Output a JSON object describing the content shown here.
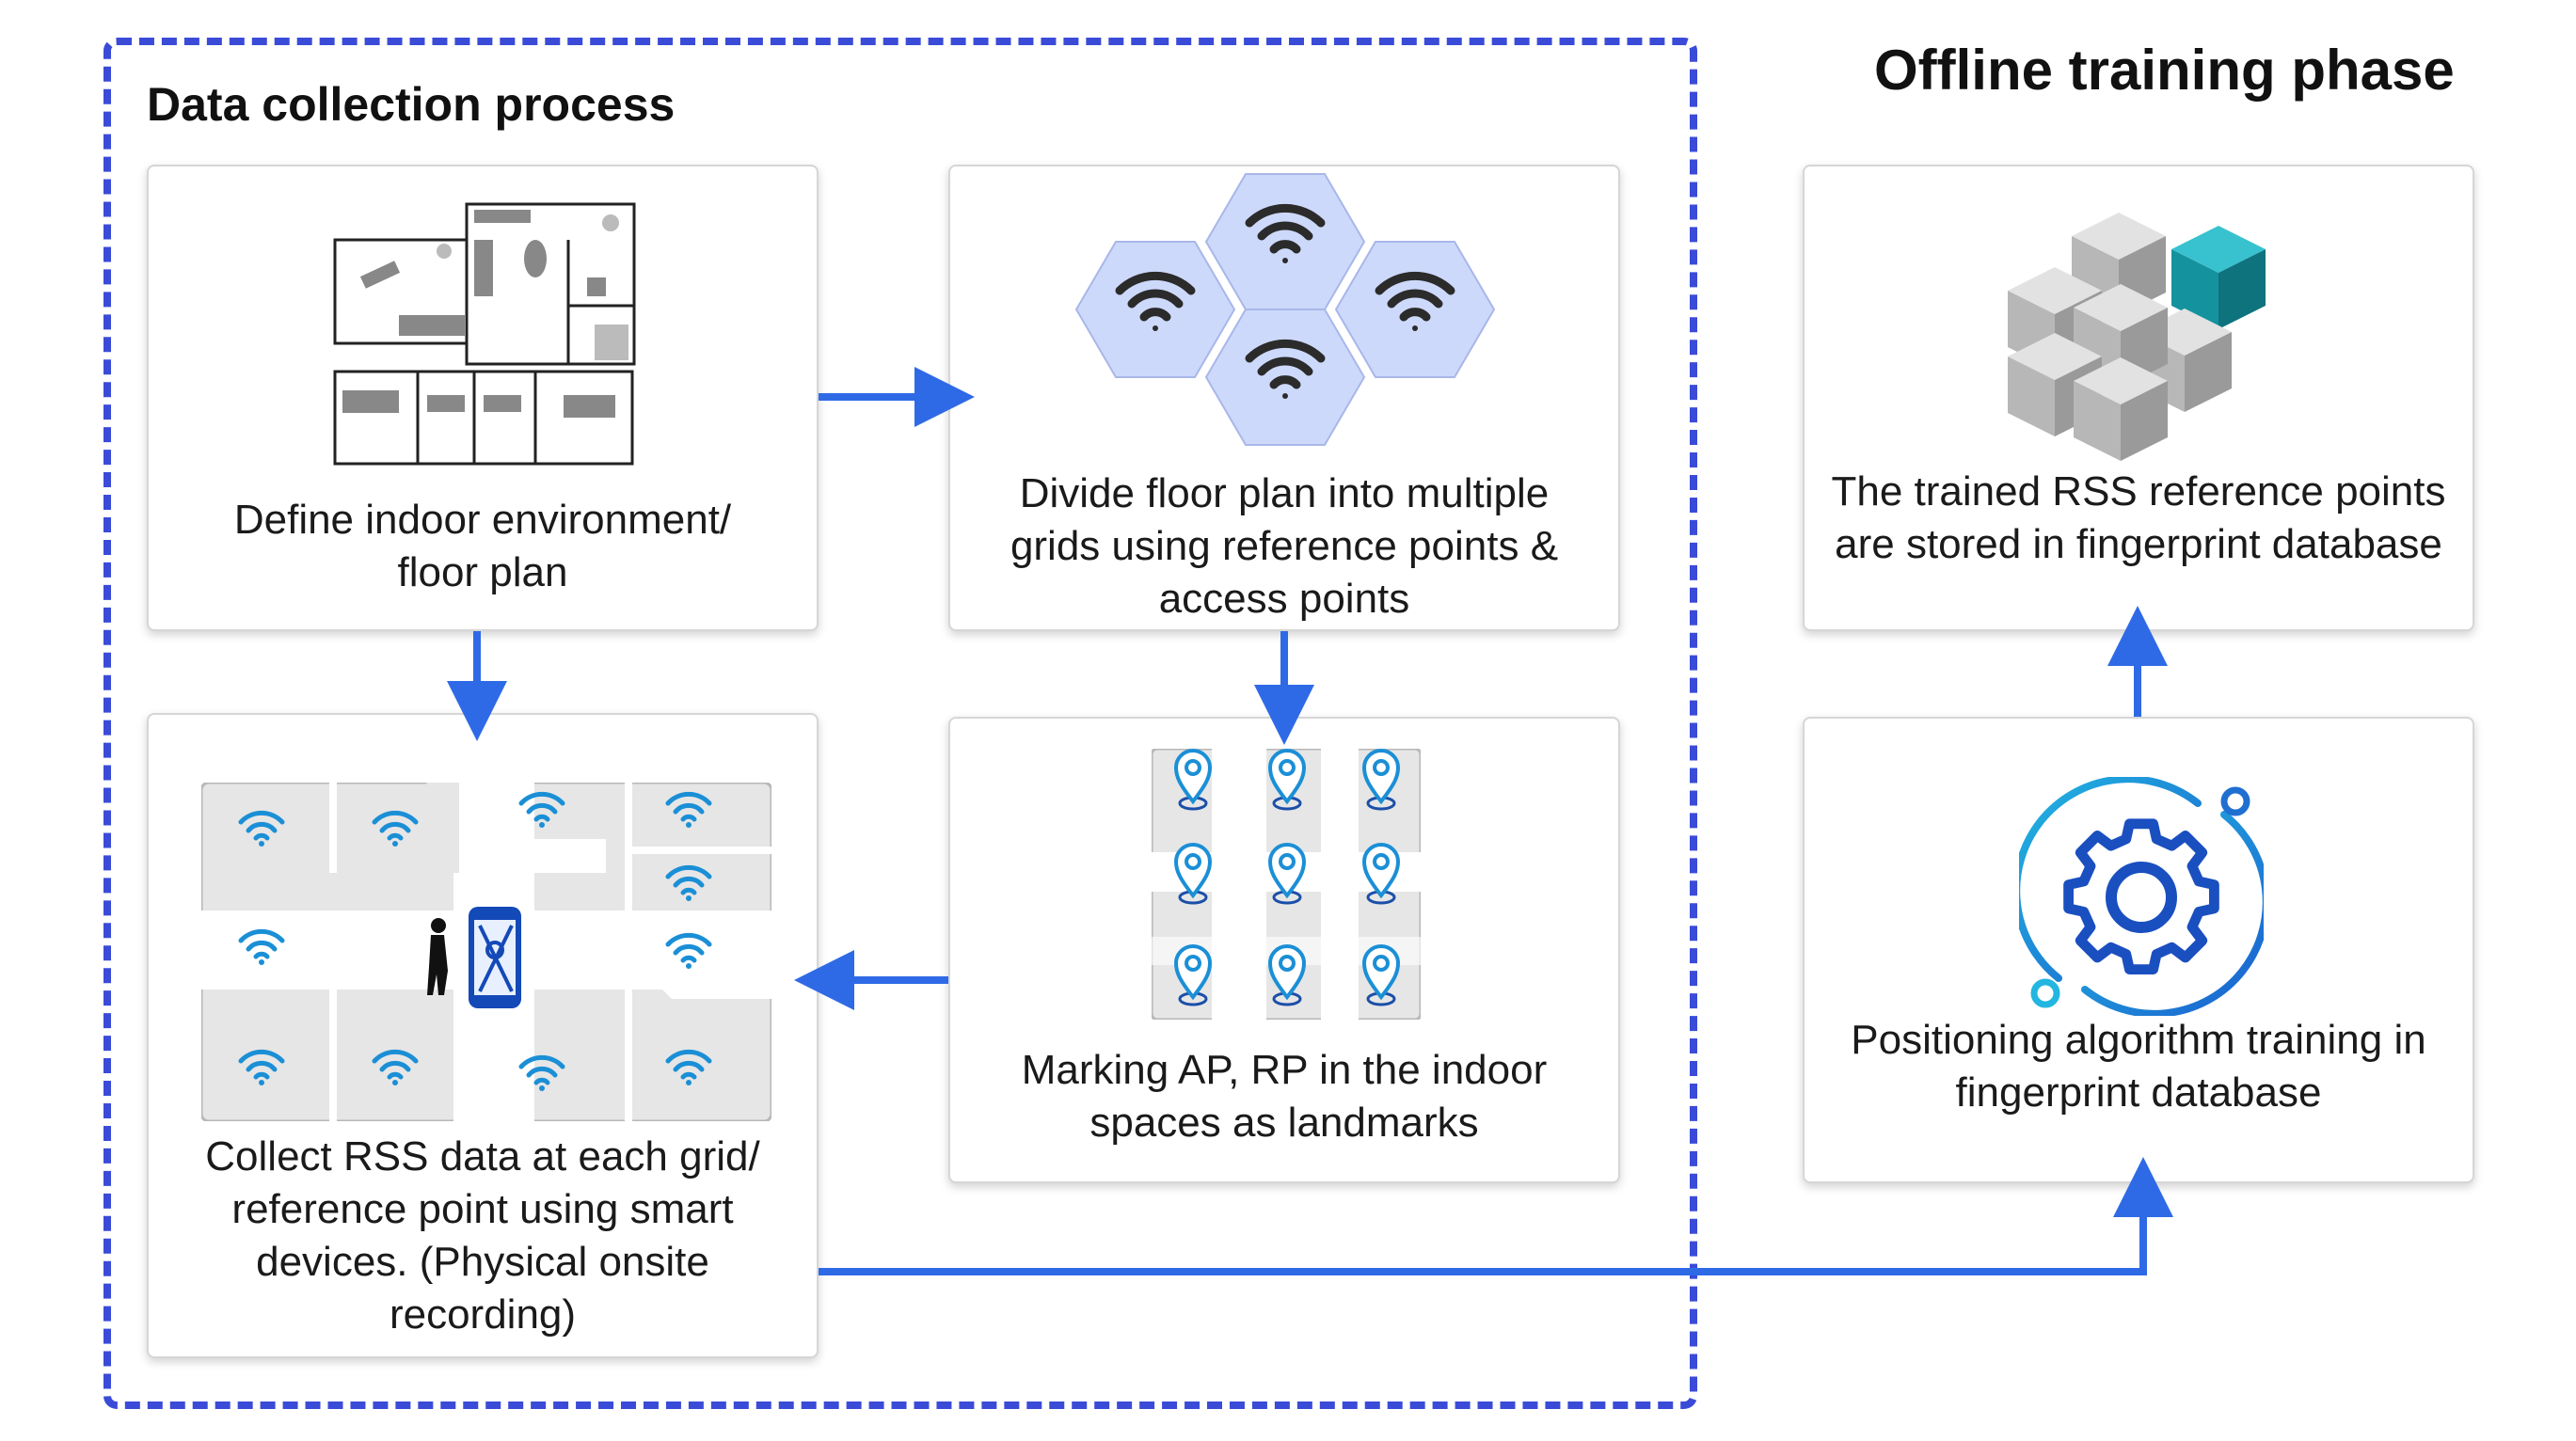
{
  "sections": {
    "data_collection_title": "Data collection process",
    "offline_title": "Offline training phase"
  },
  "cards": {
    "floor_plan": "Define indoor environment/ floor plan",
    "divide_grid": "Divide floor plan into multiple grids using reference points & access points",
    "collect_rss": "Collect RSS data at each grid/ reference point using smart devices. (Physical onsite recording)",
    "marking": "Marking AP, RP in the indoor spaces as landmarks",
    "database": "The trained RSS reference points are stored in fingerprint database",
    "algorithm": "Positioning algorithm training in fingerprint database"
  },
  "colors": {
    "arrow": "#2f6ae6",
    "frame": "#3a4bd8",
    "hex_fill": "#cdd9fb",
    "wifi_blue": "#1b8fd6",
    "cube_teal": "#12909e",
    "gear_blue": "#1f6fd1"
  },
  "icons": {
    "floor_plan": "floor-plan-icon",
    "hex_wifi": "wifi-hexagon-icon",
    "rss_map": "indoor-map-icon",
    "pin_map": "location-pin-grid-icon",
    "cubes": "cube-cluster-icon",
    "gear": "gear-cycle-icon"
  }
}
